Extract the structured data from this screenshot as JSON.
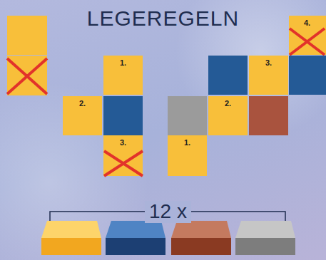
{
  "diagram": {
    "title": "LEGEREGELN",
    "nodes": [
      {
        "text": [
          "4."
        ]
      },
      {
        "text": [
          "1."
        ]
      },
      {
        "text": [
          "3."
        ]
      },
      {
        "text": [
          "2."
        ]
      },
      {
        "text": [
          "2."
        ]
      },
      {
        "text": [
          "3."
        ]
      },
      {
        "text": [
          "1."
        ]
      }
    ],
    "labels": [
      "12 x"
    ]
  }
}
